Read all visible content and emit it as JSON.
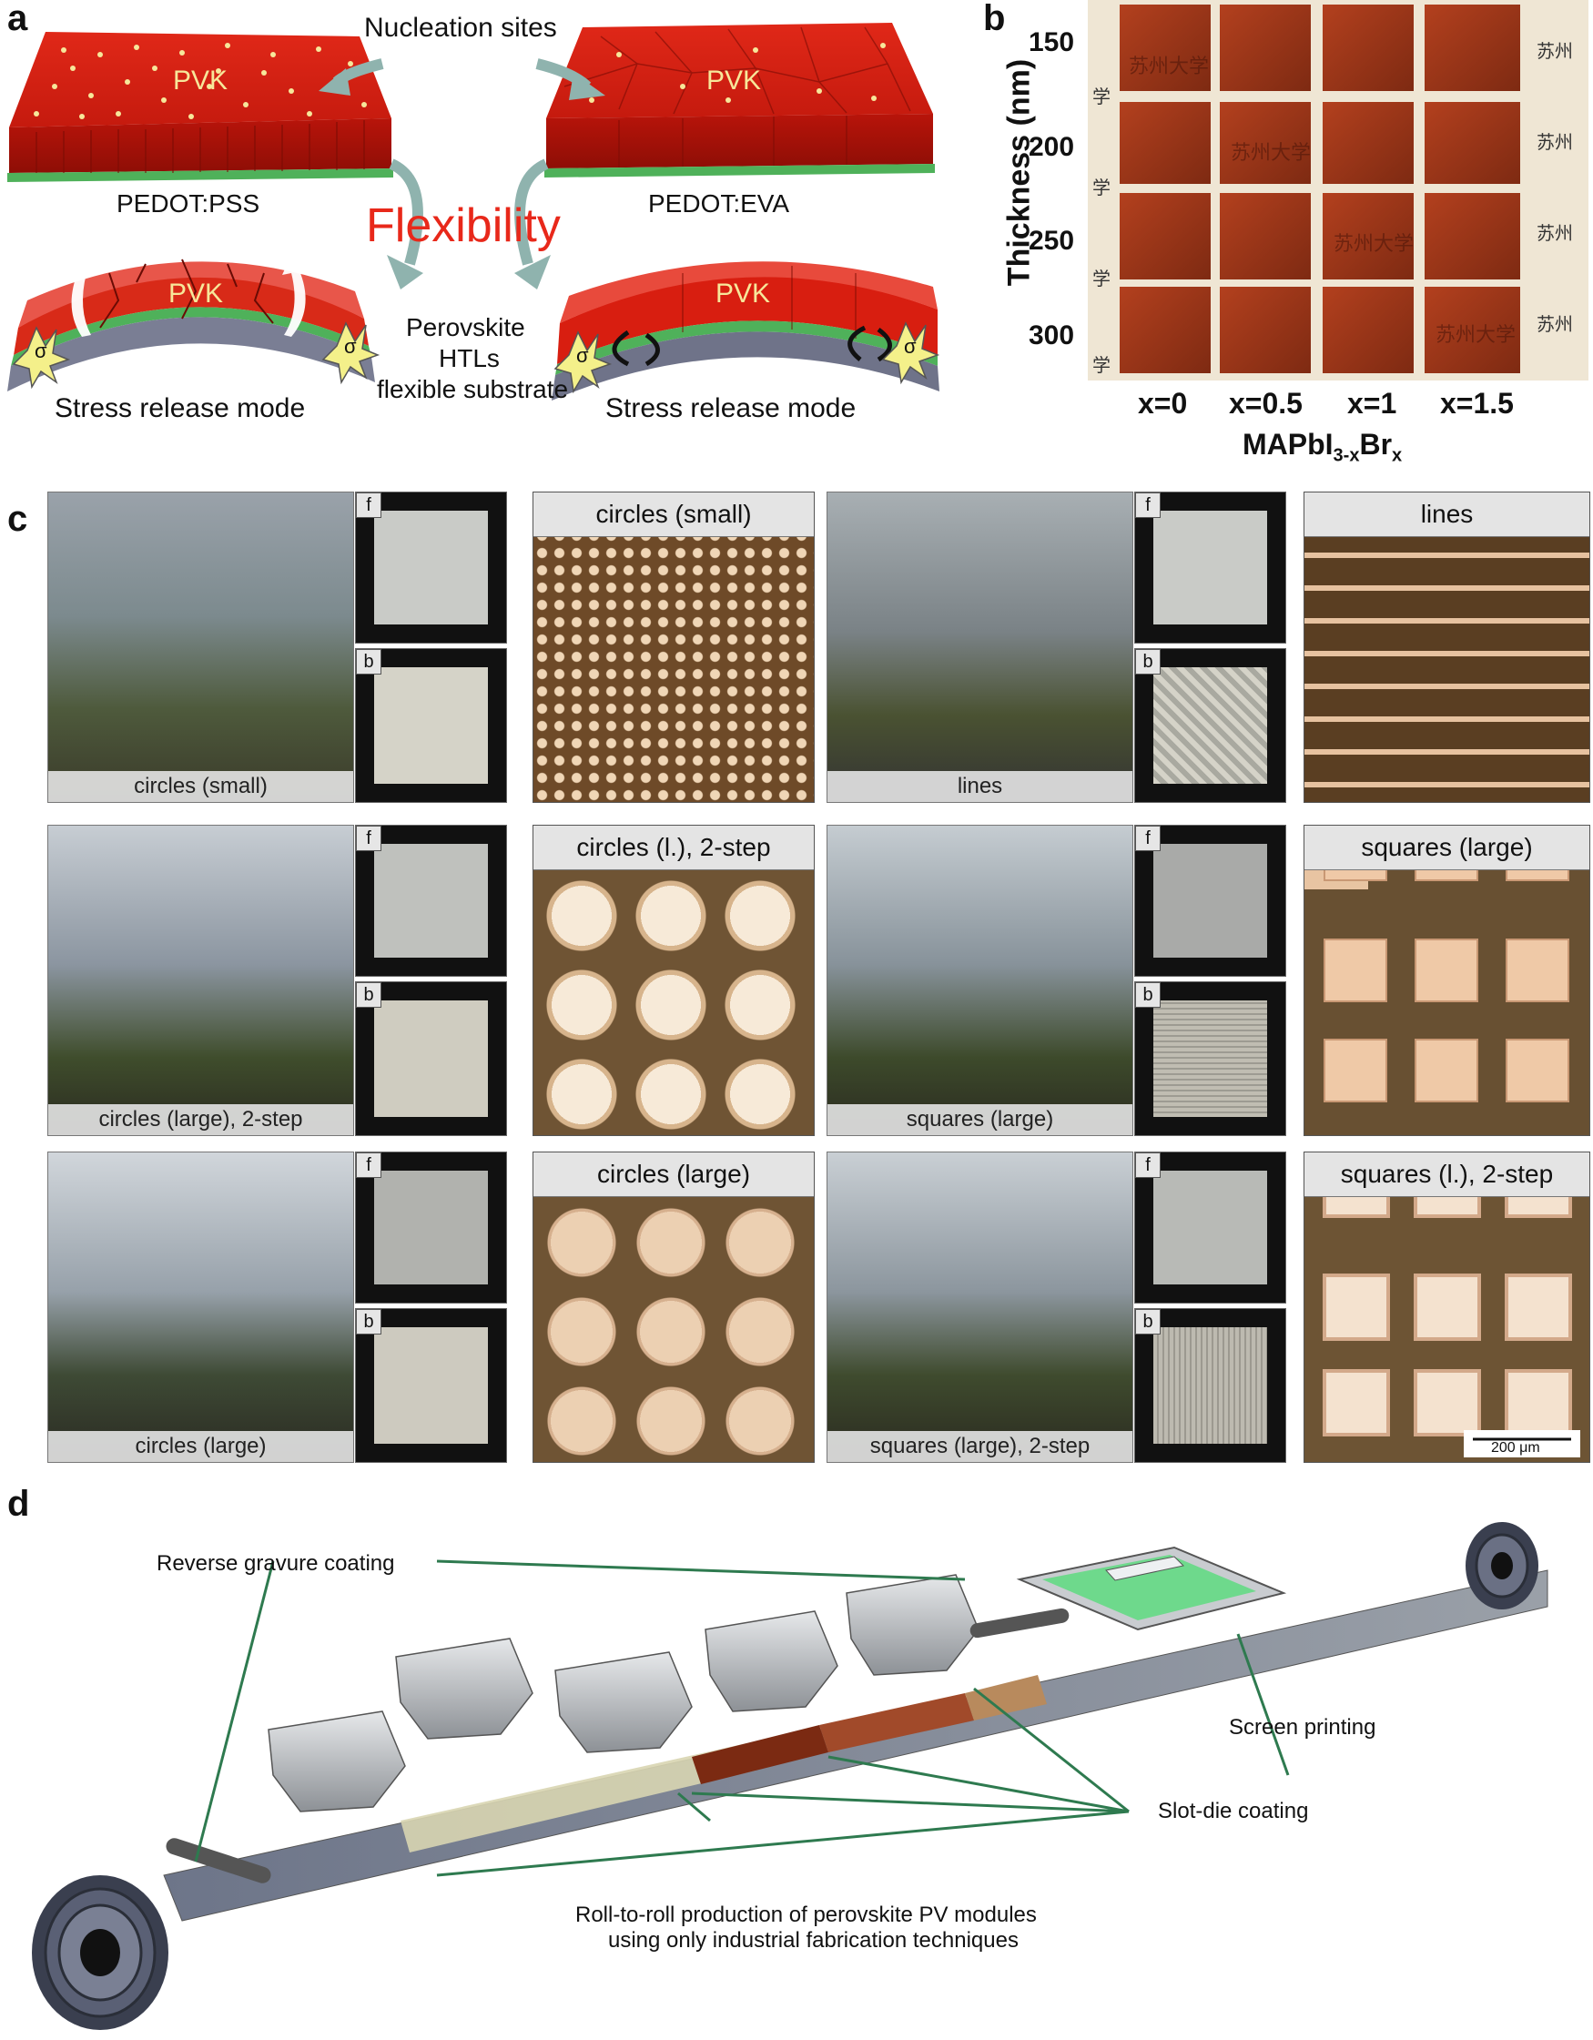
{
  "panel_a": {
    "letter": "a",
    "nucleation": "Nucleation sites",
    "pvk": "PVK",
    "left_substrate": "PEDOT:PSS",
    "right_substrate": "PEDOT:EVA",
    "flexibility": "Flexibility",
    "perovskite": "Perovskite",
    "htls": "HTLs",
    "flexible_substrate": "flexible substrate",
    "stress_release": "Stress release mode",
    "sigma": "σ",
    "colors": {
      "pvk_red": "#d81e10",
      "substrate_green": "#4fb15a",
      "flex_red": "#e8281a"
    }
  },
  "panel_b": {
    "letter": "b",
    "ylabel": "Thickness (nm)",
    "thickness_ticks": [
      "150",
      "200",
      "250",
      "300"
    ],
    "composition_ticks": [
      "x=0",
      "x=0.5",
      "x=1",
      "x=1.5"
    ],
    "formula_main": "MAPbI",
    "formula_sub": "3-x",
    "formula_br": "Br",
    "formula_br_sub": "x",
    "watermark_text": "苏州大学",
    "edge_chars": [
      "苏州",
      "学",
      "苏州",
      "学",
      "苏州",
      "学",
      "苏州",
      "学"
    ]
  },
  "panel_c": {
    "letter": "c",
    "front_tag": "f",
    "back_tag": "b",
    "rows": [
      {
        "photo1": "circles (small)",
        "micro1": "circles (small)",
        "photo2": "lines",
        "micro2": "lines"
      },
      {
        "photo1": "circles (large), 2-step",
        "micro1": "circles (l.), 2-step",
        "photo2": "squares (large)",
        "micro2": "squares (large)"
      },
      {
        "photo1": "circles (large)",
        "micro1": "circles (large)",
        "photo2": "squares (large), 2-step",
        "micro2": "squares (l.), 2-step"
      }
    ],
    "scalebar": "200 μm"
  },
  "panel_d": {
    "letter": "d",
    "reverse_gravure": "Reverse gravure coating",
    "screen_printing": "Screen printing",
    "slot_die": "Slot-die coating",
    "caption_line1": "Roll-to-roll production of perovskite PV modules",
    "caption_line2": "using only industrial fabrication techniques",
    "arrow_color": "#2e7a4f"
  }
}
